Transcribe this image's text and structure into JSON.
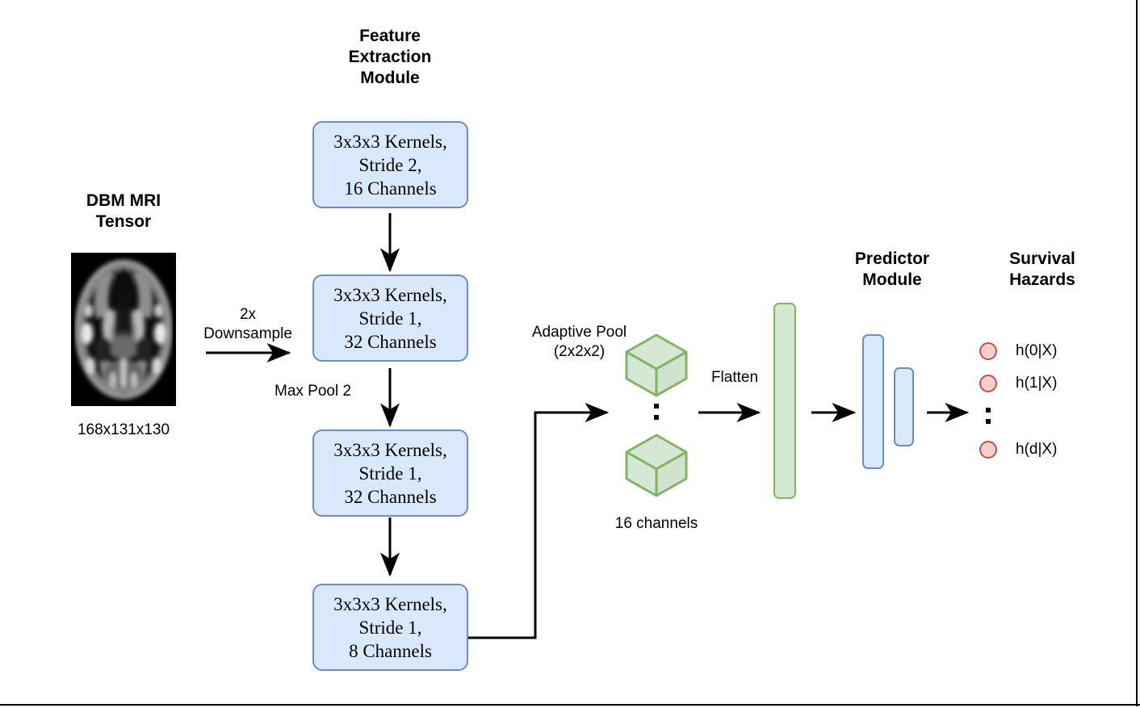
{
  "diagram": {
    "title_feature": "Feature\nExtraction\nModule",
    "title_input": "DBM MRI\nTensor",
    "title_predictor": "Predictor\nModule",
    "title_output": "Survival\nHazards",
    "input_dims": "168x131x130",
    "edge_downsample": "2x\nDownsample",
    "edge_maxpool": "Max Pool 2",
    "edge_adaptive_pool": "Adaptive Pool\n(2x2x2)",
    "edge_flatten": "Flatten",
    "channels_caption": "16 channels",
    "conv_blocks": [
      {
        "name": "conv1",
        "text": "3x3x3 Kernels,\nStride 2,\n16 Channels"
      },
      {
        "name": "conv2",
        "text": "3x3x3 Kernels,\nStride 1,\n32 Channels"
      },
      {
        "name": "conv3",
        "text": "3x3x3 Kernels,\nStride 1,\n32 Channels"
      },
      {
        "name": "conv4",
        "text": "3x3x3 Kernels,\nStride 1,\n8 Channels"
      }
    ],
    "hazards": [
      {
        "label": "h(0|X)"
      },
      {
        "label": "h(1|X)"
      },
      {
        "label": "h(d|X)"
      }
    ],
    "colors": {
      "box_fill": "#dae8fc",
      "box_stroke": "#6c8ebf",
      "cube_fill": "#d5e8d4",
      "cube_stroke": "#82b366",
      "circle_fill": "#f8cecc",
      "circle_stroke": "#b85450",
      "arrow": "#000000",
      "background": "#ffffff"
    }
  }
}
